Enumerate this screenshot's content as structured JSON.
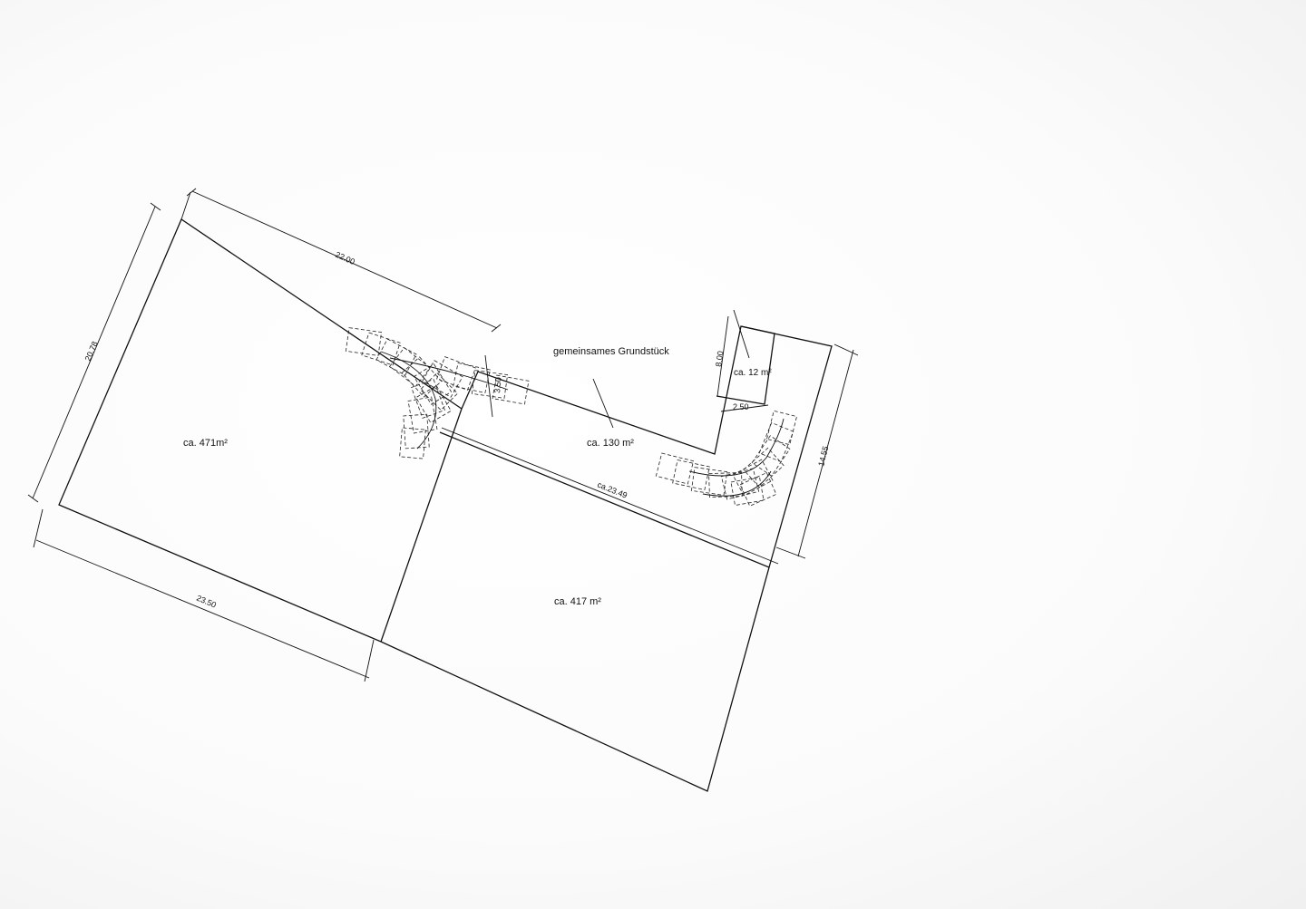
{
  "labels": {
    "area_left": "ca. 471m²",
    "area_right": "ca. 417 m²",
    "area_shared": "ca. 130 m²",
    "area_small": "ca. 12 m²",
    "shared_plot": "gemeinsames Grundstück"
  },
  "dimensions": {
    "top_left": "22.00",
    "left_side": "20.78",
    "bottom_left": "23.50",
    "right_lower": "ca.23.49",
    "right_side": "14.55",
    "notch_width": "3.50",
    "small_height": "8.00",
    "small_width": "2.50"
  }
}
